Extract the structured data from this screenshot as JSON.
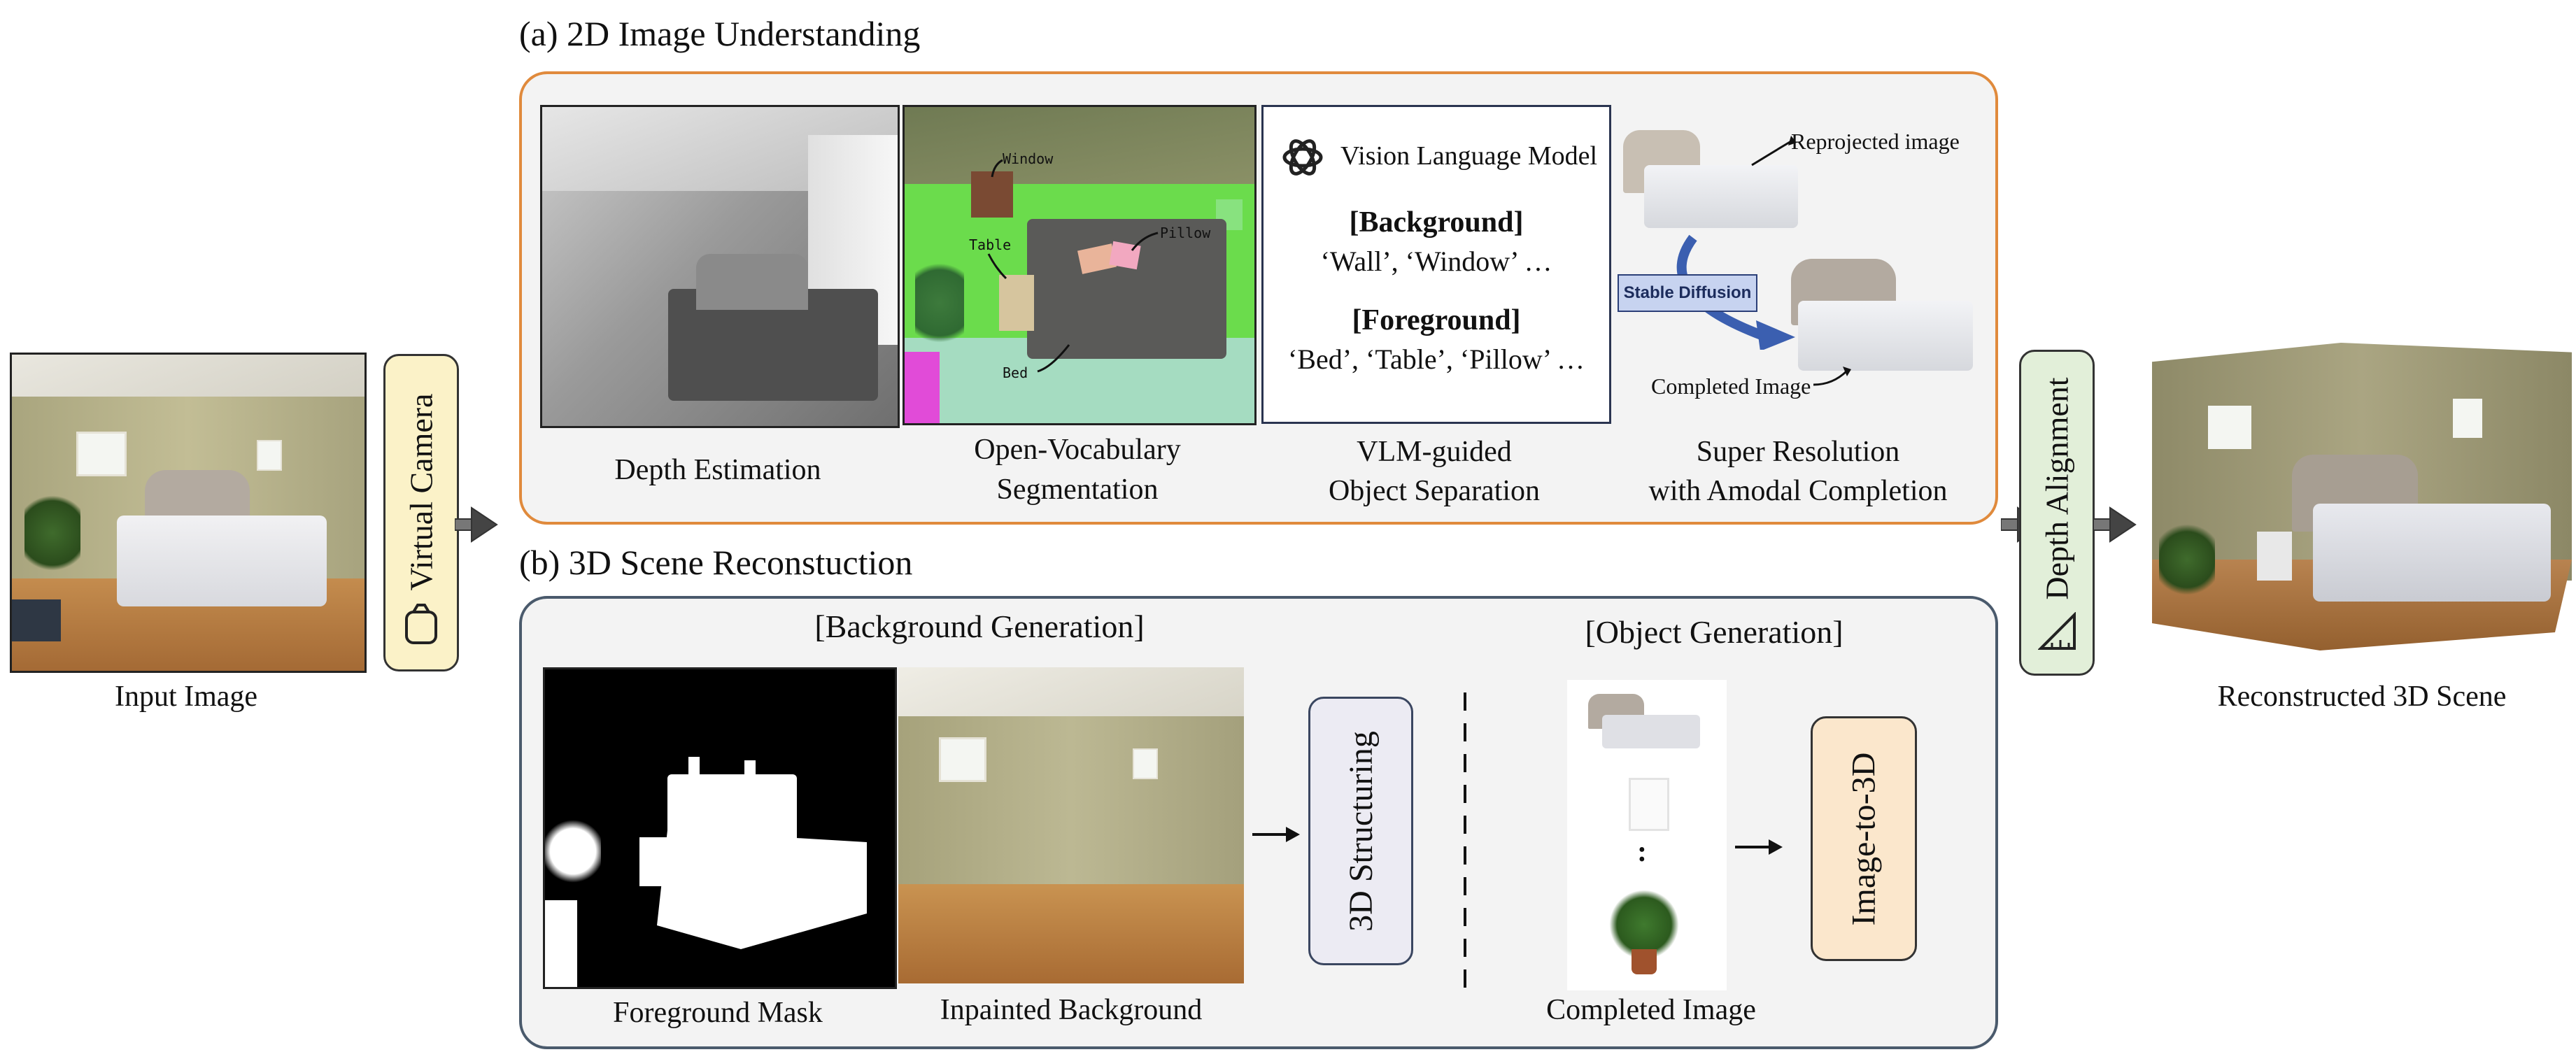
{
  "input": {
    "label": "Input Image"
  },
  "virtual_camera": {
    "label": "Virtual Camera",
    "icon": "camera-icon"
  },
  "section_a": {
    "title": "(a) 2D Image Understanding",
    "steps": [
      {
        "label": "Depth Estimation"
      },
      {
        "label_line1": "Open-Vocabulary",
        "label_line2": "Segmentation"
      },
      {
        "label_line1": "VLM-guided",
        "label_line2": "Object Separation"
      },
      {
        "label_line1": "Super Resolution",
        "label_line2": "with Amodal Completion"
      }
    ],
    "segmentation_tags": {
      "window": "Window",
      "table": "Table",
      "pillow": "Pillow",
      "bed": "Bed"
    },
    "vlm": {
      "model": "Vision Language Model",
      "background_head": "[Background]",
      "background_items": "‘Wall’, ‘Window’ …",
      "foreground_head": "[Foreground]",
      "foreground_items": "‘Bed’, ‘Table’, ‘Pillow’ …"
    },
    "sr": {
      "reprojected": "Reprojected image",
      "stable_diffusion": "Stable Diffusion",
      "completed": "Completed Image"
    }
  },
  "section_b": {
    "title": "(b) 3D Scene Reconstuction",
    "background_generation": "[Background Generation]",
    "object_generation": "[Object Generation]",
    "foreground_mask": "Foreground Mask",
    "inpainted_background": "Inpainted Background",
    "structuring": "3D Structuring",
    "completed_image": "Completed Image",
    "ellipsis": ":",
    "image_to_3d": "Image-to-3D"
  },
  "depth_alignment": {
    "label": "Depth Alignment",
    "icon": "ruler-triangle-icon"
  },
  "output": {
    "label": "Reconstructed 3D Scene"
  },
  "colors": {
    "panel_a_border": "#e08a3c",
    "panel_b_border": "#4a5a6c",
    "camera_box": "#fbf2c8",
    "depth_align_box": "#e2efd9",
    "image_to_3d_box": "#fbe7cc",
    "structuring_box": "#ecebf3",
    "stable_diffusion_box": "#c7d3f0"
  }
}
